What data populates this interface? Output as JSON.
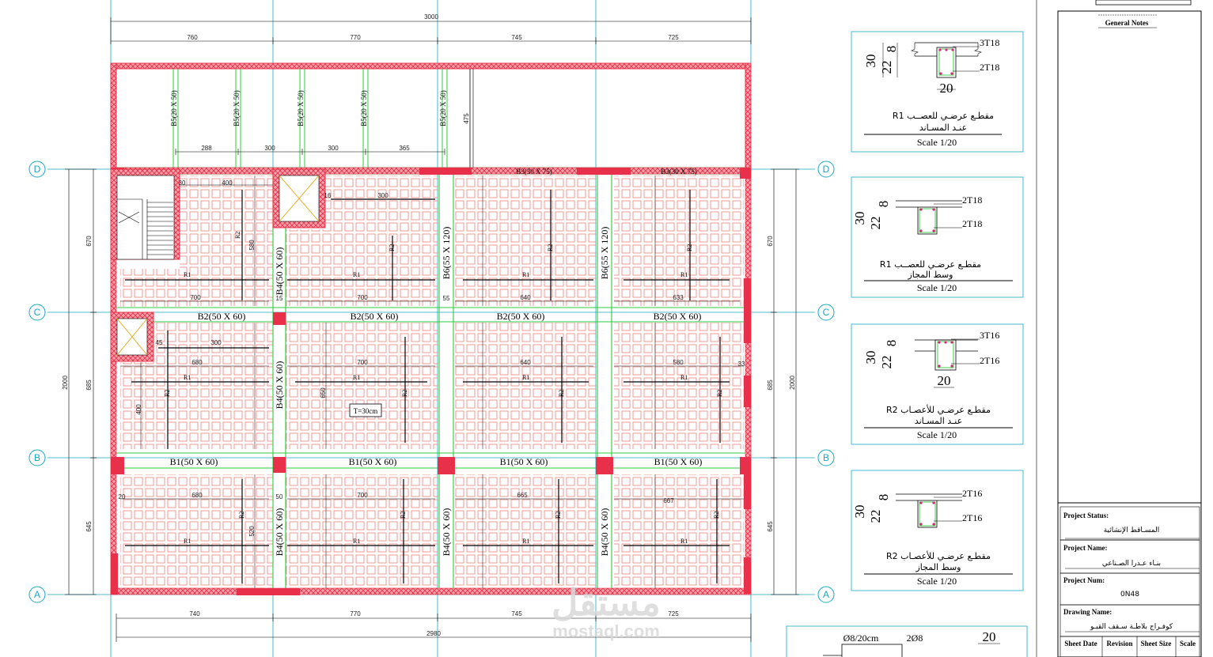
{
  "plan": {
    "overall_top": "3000",
    "overall_bottom": "2980",
    "overall_side": "2000",
    "top_dims": [
      "760",
      "770",
      "745",
      "725"
    ],
    "bottom_dims": [
      "740",
      "770",
      "745",
      "725"
    ],
    "left_dims": [
      "670",
      "685",
      "645"
    ],
    "right_dims": [
      "670",
      "685",
      "645"
    ],
    "cant_dims": [
      "288",
      "300",
      "300",
      "365"
    ],
    "cant_height": "475",
    "axes": [
      "D",
      "C",
      "B",
      "A"
    ],
    "cant_beams": [
      "B5(20 X 50)",
      "B5(20 X 50)",
      "B5(20 X 50)",
      "B5(20 X 50)",
      "B5(20 X 50)"
    ],
    "beams_h": {
      "d": [
        "B3(30 X 75)",
        "B3(30 X 75)"
      ],
      "c": [
        "B2(50 X 60)",
        "B2(50 X 60)",
        "B2(50 X 60)",
        "B2(50 X 60)"
      ],
      "b": [
        "B1(50 X 60)",
        "B1(50 X 60)",
        "B1(50 X 60)",
        "B1(50 X 60)"
      ]
    },
    "beams_v": {
      "top": [
        "B4(50 X 60)",
        "B6(55 X 120)",
        "B6(55 X 120)"
      ],
      "mid": [
        "B4(50 X 60)"
      ],
      "bot": [
        "B4(50 X 60)",
        "B4(50 X 60)",
        "B4(50 X 60)"
      ]
    },
    "slab_thickness": "T=30cm",
    "row1_dims": [
      "700",
      "700",
      "640",
      "633"
    ],
    "row2_dims": [
      "680",
      "700",
      "640",
      "580"
    ],
    "row3_dims": [
      "680",
      "700",
      "665",
      "667"
    ],
    "misc_dims": [
      "400",
      "300",
      "300",
      "400",
      "580",
      "650",
      "520",
      "30",
      "45",
      "20",
      "16",
      "15",
      "33",
      "55",
      "50"
    ],
    "rib_labels": [
      "R1",
      "R2"
    ]
  },
  "sections": [
    {
      "depth": "30",
      "topping": "22",
      "rib": "8",
      "top_bar": "3T18",
      "bot_bar": "2T18",
      "width": "20",
      "caption_line1": "مقطـع عرضـي للعصــب R1",
      "caption_line2": "عنـد المسـاند",
      "scale": "Scale 1/20"
    },
    {
      "depth": "30",
      "topping": "22",
      "rib": "8",
      "top_bar": "2T18",
      "bot_bar": "2T18",
      "width": "",
      "caption_line1": "مقطـع عرضـي للعصــب R1",
      "caption_line2": "وسط المجاز",
      "scale": "Scale 1/20"
    },
    {
      "depth": "30",
      "topping": "22",
      "rib": "8",
      "top_bar": "3T16",
      "bot_bar": "2T16",
      "width": "20",
      "caption_line1": "مقطـع عرضـي للأعصـاب R2",
      "caption_line2": "عنـد المسـاند",
      "scale": "Scale 1/20"
    },
    {
      "depth": "30",
      "topping": "22",
      "rib": "8",
      "top_bar": "2T16",
      "bot_bar": "2T16",
      "width": "",
      "caption_line1": "مقطـع عرضـي للأعصـاب R2",
      "caption_line2": "وسط المجاز",
      "scale": "Scale 1/20"
    }
  ],
  "bottom_detail": {
    "stirrup": "Ø8/20cm",
    "bars": "2Ø8",
    "width": "20"
  },
  "title_block": {
    "general_notes": "General Notes",
    "status_label": "Project Status:",
    "status_value": "المسـاقط الإنشائية",
    "name_label": "Project Name:",
    "name_value": "بنـاء عـدرا الصـناعي",
    "num_label": "Project Num:",
    "num_value": "0N48",
    "drawing_label": "Drawing Name:",
    "drawing_value": "كوفـراج بلاطـة سـقف القبـو",
    "footer": [
      "Sheet Date",
      "Revision",
      "Sheet Size",
      "Scale"
    ]
  },
  "watermark": {
    "ar": "مستقل",
    "en": "mostaql.com"
  },
  "colors": {
    "wall": "#e8304a",
    "beam": "#2ecc40",
    "grid": "#18a7c7",
    "block": "#f08080",
    "line": "#000000"
  }
}
